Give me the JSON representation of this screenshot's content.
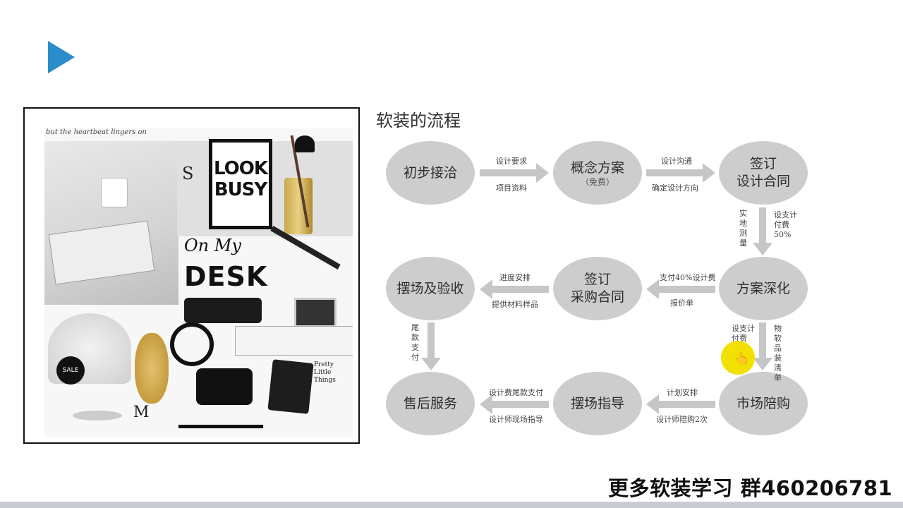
{
  "title": "软装的流程",
  "collage": {
    "tagline": "but the heartbeat lingers on",
    "poster": "LOOK BUSY",
    "headline_script": "On My",
    "headline_bold": "DESK",
    "sale_badge": "SALE",
    "magazine_title": "Pretty Little Things",
    "dropcap_m": "M",
    "dropcap_s": "S"
  },
  "nodes": {
    "n1": "初步接洽",
    "n2_line1": "概念方案",
    "n2_sub": "（免费）",
    "n3_line1": "签订",
    "n3_line2": "设计合同",
    "n4": "方案深化",
    "n5_line1": "签订",
    "n5_line2": "采购合同",
    "n6": "摆场及验收",
    "n7": "市场陪购",
    "n8": "摆场指导",
    "n9": "售后服务"
  },
  "labels": {
    "a1_top": "设计要求",
    "a1_bottom": "项目资料",
    "a2_top": "设计沟通",
    "a2_bottom": "确定设计方向",
    "a3_left": "实地测量",
    "a3_right": "设支计付费50%",
    "a4_top": "支付40%设计费",
    "a4_bottom": "报价单",
    "a5_top": "进度安排",
    "a5_bottom": "提供材料样品",
    "a6_left": "尾款支付",
    "a7_left": "设支计付费40%",
    "a7_right": "物软品装清单",
    "a8_top": "计划安排",
    "a8_bottom": "设计师陪购2次",
    "a9_top": "设计费尾款支付",
    "a9_bottom": "设计师现场指导"
  },
  "footer": "更多软装学习  群460206781",
  "colors": {
    "accent": "#2a8cc8",
    "node_fill": "#cdcdcd",
    "arrow_fill": "#c6c6c6",
    "cursor_highlight": "#f2e100"
  },
  "icons": {
    "play": "play-triangle-icon",
    "cursor": "mouse-cursor-icon"
  }
}
